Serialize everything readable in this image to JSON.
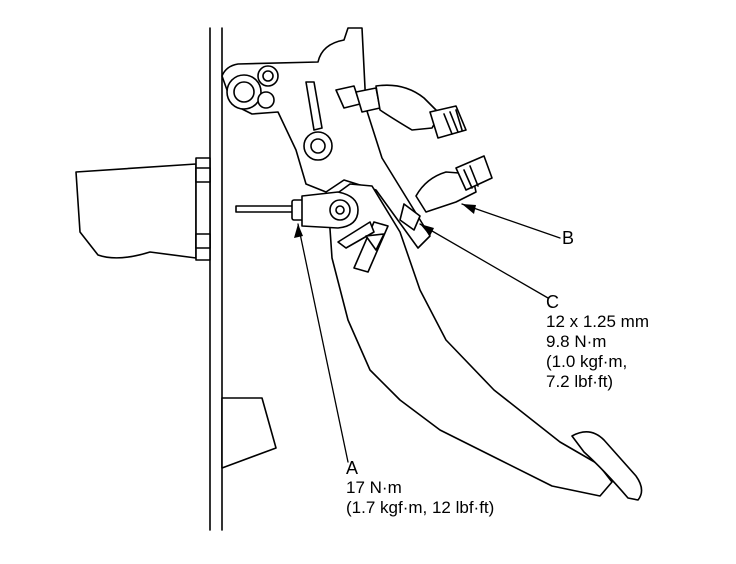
{
  "callouts": {
    "a": {
      "letter": "A",
      "torque": "17 N·m",
      "alt": "(1.7 kgf·m, 12 lbf·ft)"
    },
    "b": {
      "letter": "B"
    },
    "c": {
      "letter": "C",
      "size": "12 x 1.25 mm",
      "torque": "9.8 N·m",
      "alt1": "(1.0 kgf·m,",
      "alt2": "7.2 lbf·ft)"
    }
  },
  "colors": {
    "line": "#000000",
    "fill": "#ffffff"
  }
}
